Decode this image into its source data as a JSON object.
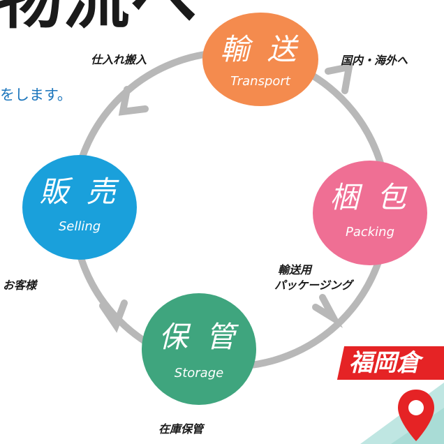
{
  "header": {
    "title_fragment": "物流へ",
    "subtitle_fragment": "をします。"
  },
  "cycle": {
    "stages": [
      {
        "id": "transport",
        "title": "輸 送",
        "subtitle": "Transport",
        "color": "#f48b4e"
      },
      {
        "id": "packing",
        "title": "梱 包",
        "subtitle": "Packing",
        "color": "#ef6f94"
      },
      {
        "id": "storage",
        "title": "保 管",
        "subtitle": "Storage",
        "color": "#3fa57e"
      },
      {
        "id": "selling",
        "title": "販 売",
        "subtitle": "Selling",
        "color": "#1aa0db"
      }
    ],
    "labels": {
      "purchase": "仕入れ搬入",
      "domestic_overseas": "国内・海外へ",
      "shipping_packaging_1": "輸送用",
      "shipping_packaging_2": "パッケージング",
      "inventory": "在庫保管",
      "customer": "お客様"
    },
    "ring_color": "#b8b8b8"
  },
  "banner": {
    "text": "福岡倉",
    "color": "#e52325"
  },
  "map_pin": {
    "color": "#e52325",
    "icon": "map-pin-icon"
  },
  "map_bg_color": "#bfe6e2"
}
